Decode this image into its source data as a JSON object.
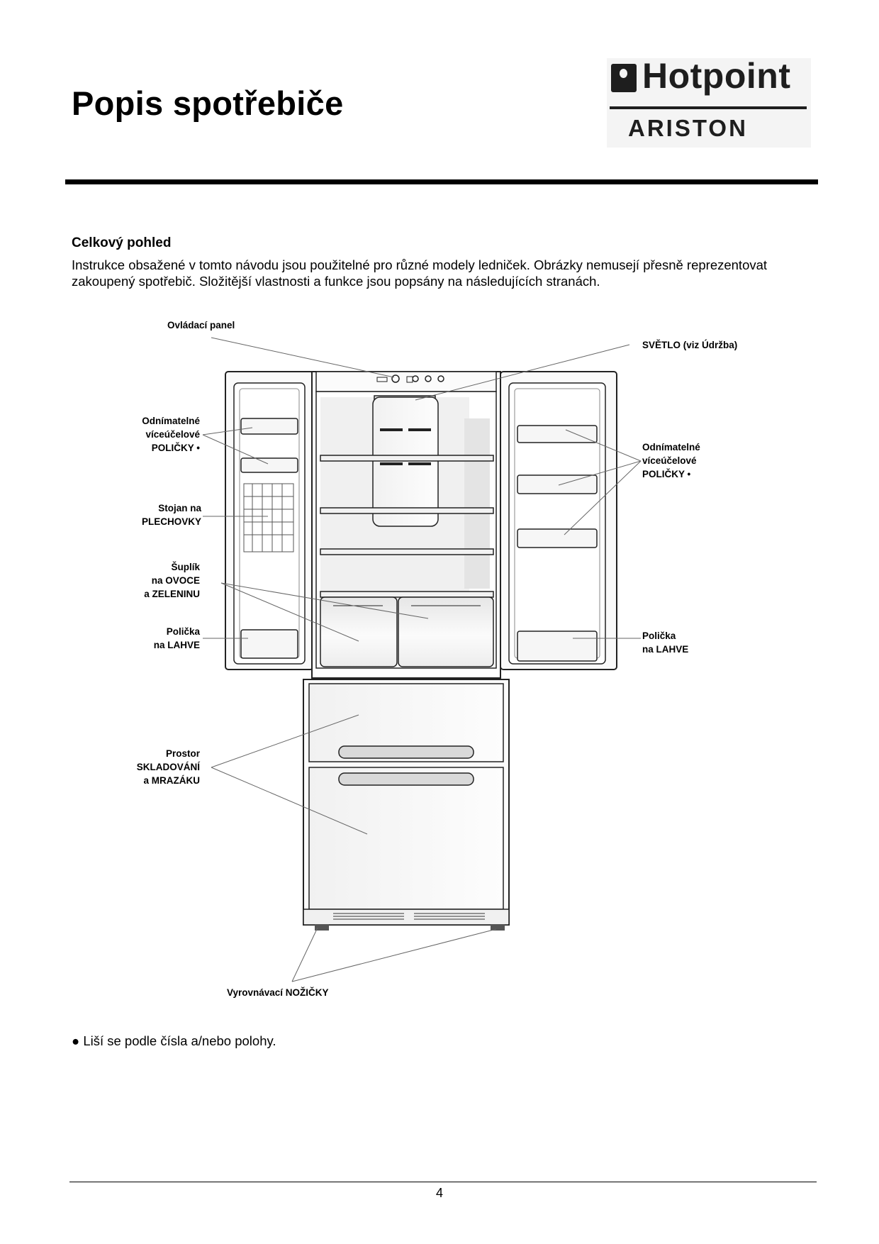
{
  "page": {
    "title": "Popis spotřebiče",
    "section_title": "Celkový pohled",
    "intro": "Instrukce obsažené v tomto návodu jsou použitelné pro různé modely ledniček. Obrázky nemusejí přesně reprezentovat zakoupený spotřebič. Složitější vlastnosti a funkce jsou popsány na následujících stranách.",
    "footnote": "● Liší se podle čísla a/nebo polohy.",
    "page_number": "4"
  },
  "logo": {
    "hotpoint": "Hotpoint",
    "ariston": "ARISTON"
  },
  "diagram": {
    "labels": {
      "control_panel": "Ovládací panel",
      "light": "SVĚTLO (viz Údržba)",
      "left_shelves": [
        "Odnímatelné",
        "víceúčelové",
        "POLIČKY •"
      ],
      "can_rack": [
        "Stojan na",
        "PLECHOVKY"
      ],
      "crisper": [
        "Šuplík",
        "na OVOCE",
        "a ZELENINU"
      ],
      "left_bottle_shelf": [
        "Polička",
        "na LAHVE"
      ],
      "right_shelves": [
        "Odnímatelné",
        "víceúčelové",
        "POLIČKY •"
      ],
      "right_bottle_shelf": [
        "Polička",
        "na LAHVE"
      ],
      "freezer": [
        "Prostor",
        "SKLADOVÁNÍ",
        "a MRAZÁKU"
      ],
      "feet": "Vyrovnávací NOŽIČKY"
    }
  }
}
